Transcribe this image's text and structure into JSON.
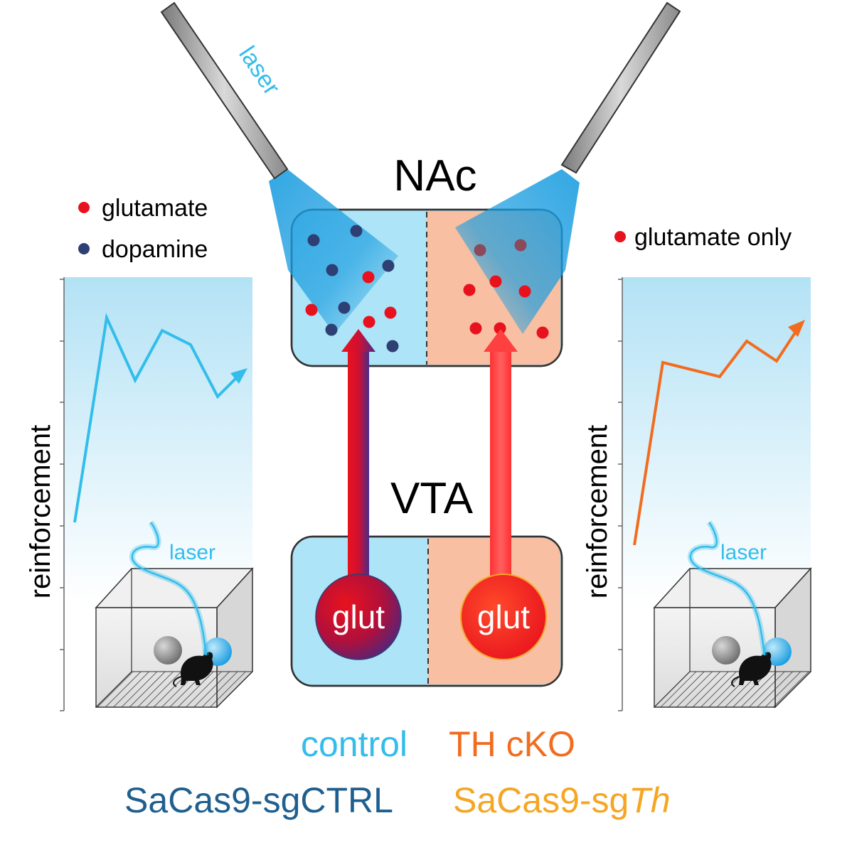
{
  "title_nac": "NAc",
  "title_vta": "VTA",
  "laser_label": "laser",
  "legend_left": [
    {
      "label": "glutamate",
      "color": "#e8121e"
    },
    {
      "label": "dopamine",
      "color": "#2e3f73"
    }
  ],
  "legend_right": [
    {
      "label": "glutamate only",
      "color": "#e8121e"
    }
  ],
  "left_plot": {
    "ylabel": "reinforcement",
    "line_color": "#33bdeb",
    "box_laser_label": "laser"
  },
  "right_plot": {
    "ylabel": "reinforcement",
    "line_color": "#f26c1f",
    "box_laser_label": "laser"
  },
  "neuron_left_label": "glut",
  "neuron_right_label": "glut",
  "bottom": {
    "control_label": "control",
    "control_color": "#33bdeb",
    "control_construct": "SaCas9-sgCTRL",
    "control_construct_color": "#1f5f8f",
    "tko_label": "TH cKO",
    "tko_color": "#f26c1f",
    "tko_construct_prefix": "SaCas9-sg",
    "tko_construct_italic": "Th",
    "tko_construct_color": "#f5a623"
  },
  "colors": {
    "control_fill": "#aee4f7",
    "tko_fill": "#f8bfa2",
    "laser_blue": "#1a9de0"
  }
}
